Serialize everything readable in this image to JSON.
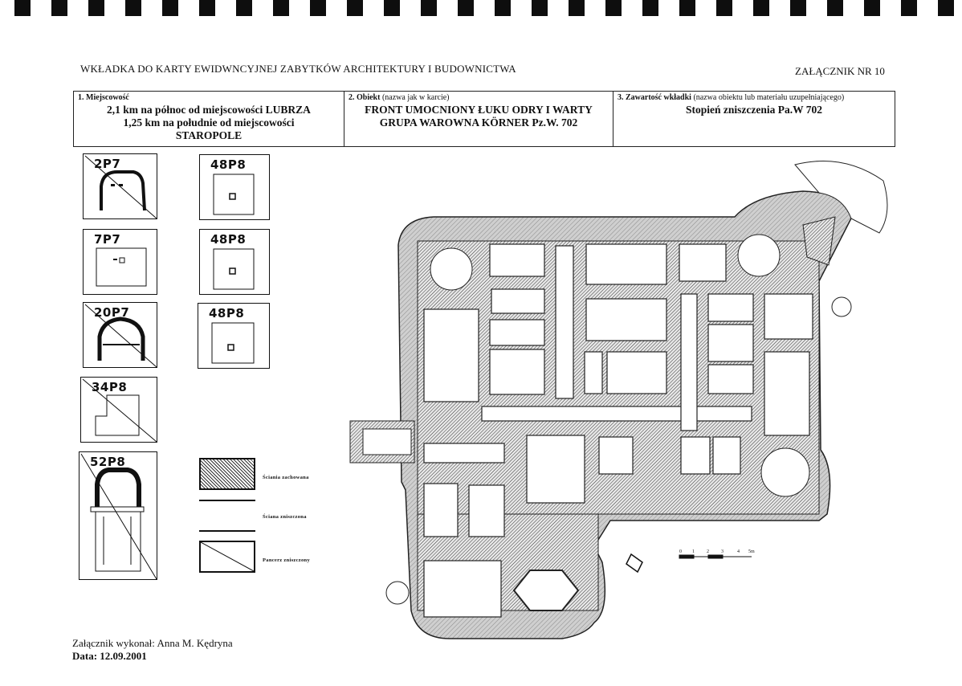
{
  "header": {
    "title": "WKŁADKA DO KARTY EWIDWNCYJNEJ ZABYTKÓW ARCHITEKTURY I BUDOWNICTWA",
    "attachment": "ZAŁĄCZNIK NR 10"
  },
  "table": {
    "col1": {
      "label": "1. Miejscowość",
      "line1": "2,1 km na północ od miejscowości LUBRZA",
      "line2": "1,25 km na południe od miejscowości",
      "line3": "STAROPOLE"
    },
    "col2": {
      "label_bold": "2. Obiekt",
      "label_rest": " (nazwa jak w karcie)",
      "line1": "FRONT UMOCNIONY ŁUKU ODRY I WARTY",
      "line2": "GRUPA WAROWNA KÖRNER Pz.W. 702"
    },
    "col3": {
      "label_bold": "3. Zawartość wkładki",
      "label_rest": " (nazwa obiektu lub materiału uzupełniającego)",
      "line1": "Stopień zniszczenia Pa.W 702"
    }
  },
  "element_codes": [
    "2P7",
    "48P8",
    "7P7",
    "48P8",
    "20P7",
    "48P8",
    "34P8",
    "52P8"
  ],
  "legend": {
    "preserved": "Ściania zachowana",
    "destroyed": "Ściana zniszczona",
    "armor_destroyed": "Pancerz zniszczony"
  },
  "scale": {
    "ticks": [
      "0",
      "1",
      "2",
      "3",
      "4",
      "5m"
    ]
  },
  "footer": {
    "author_label": "Załącznik wykonał:",
    "author": "Anna M. Kędryna",
    "date_label": "Data:",
    "date": "12.09.2001"
  }
}
